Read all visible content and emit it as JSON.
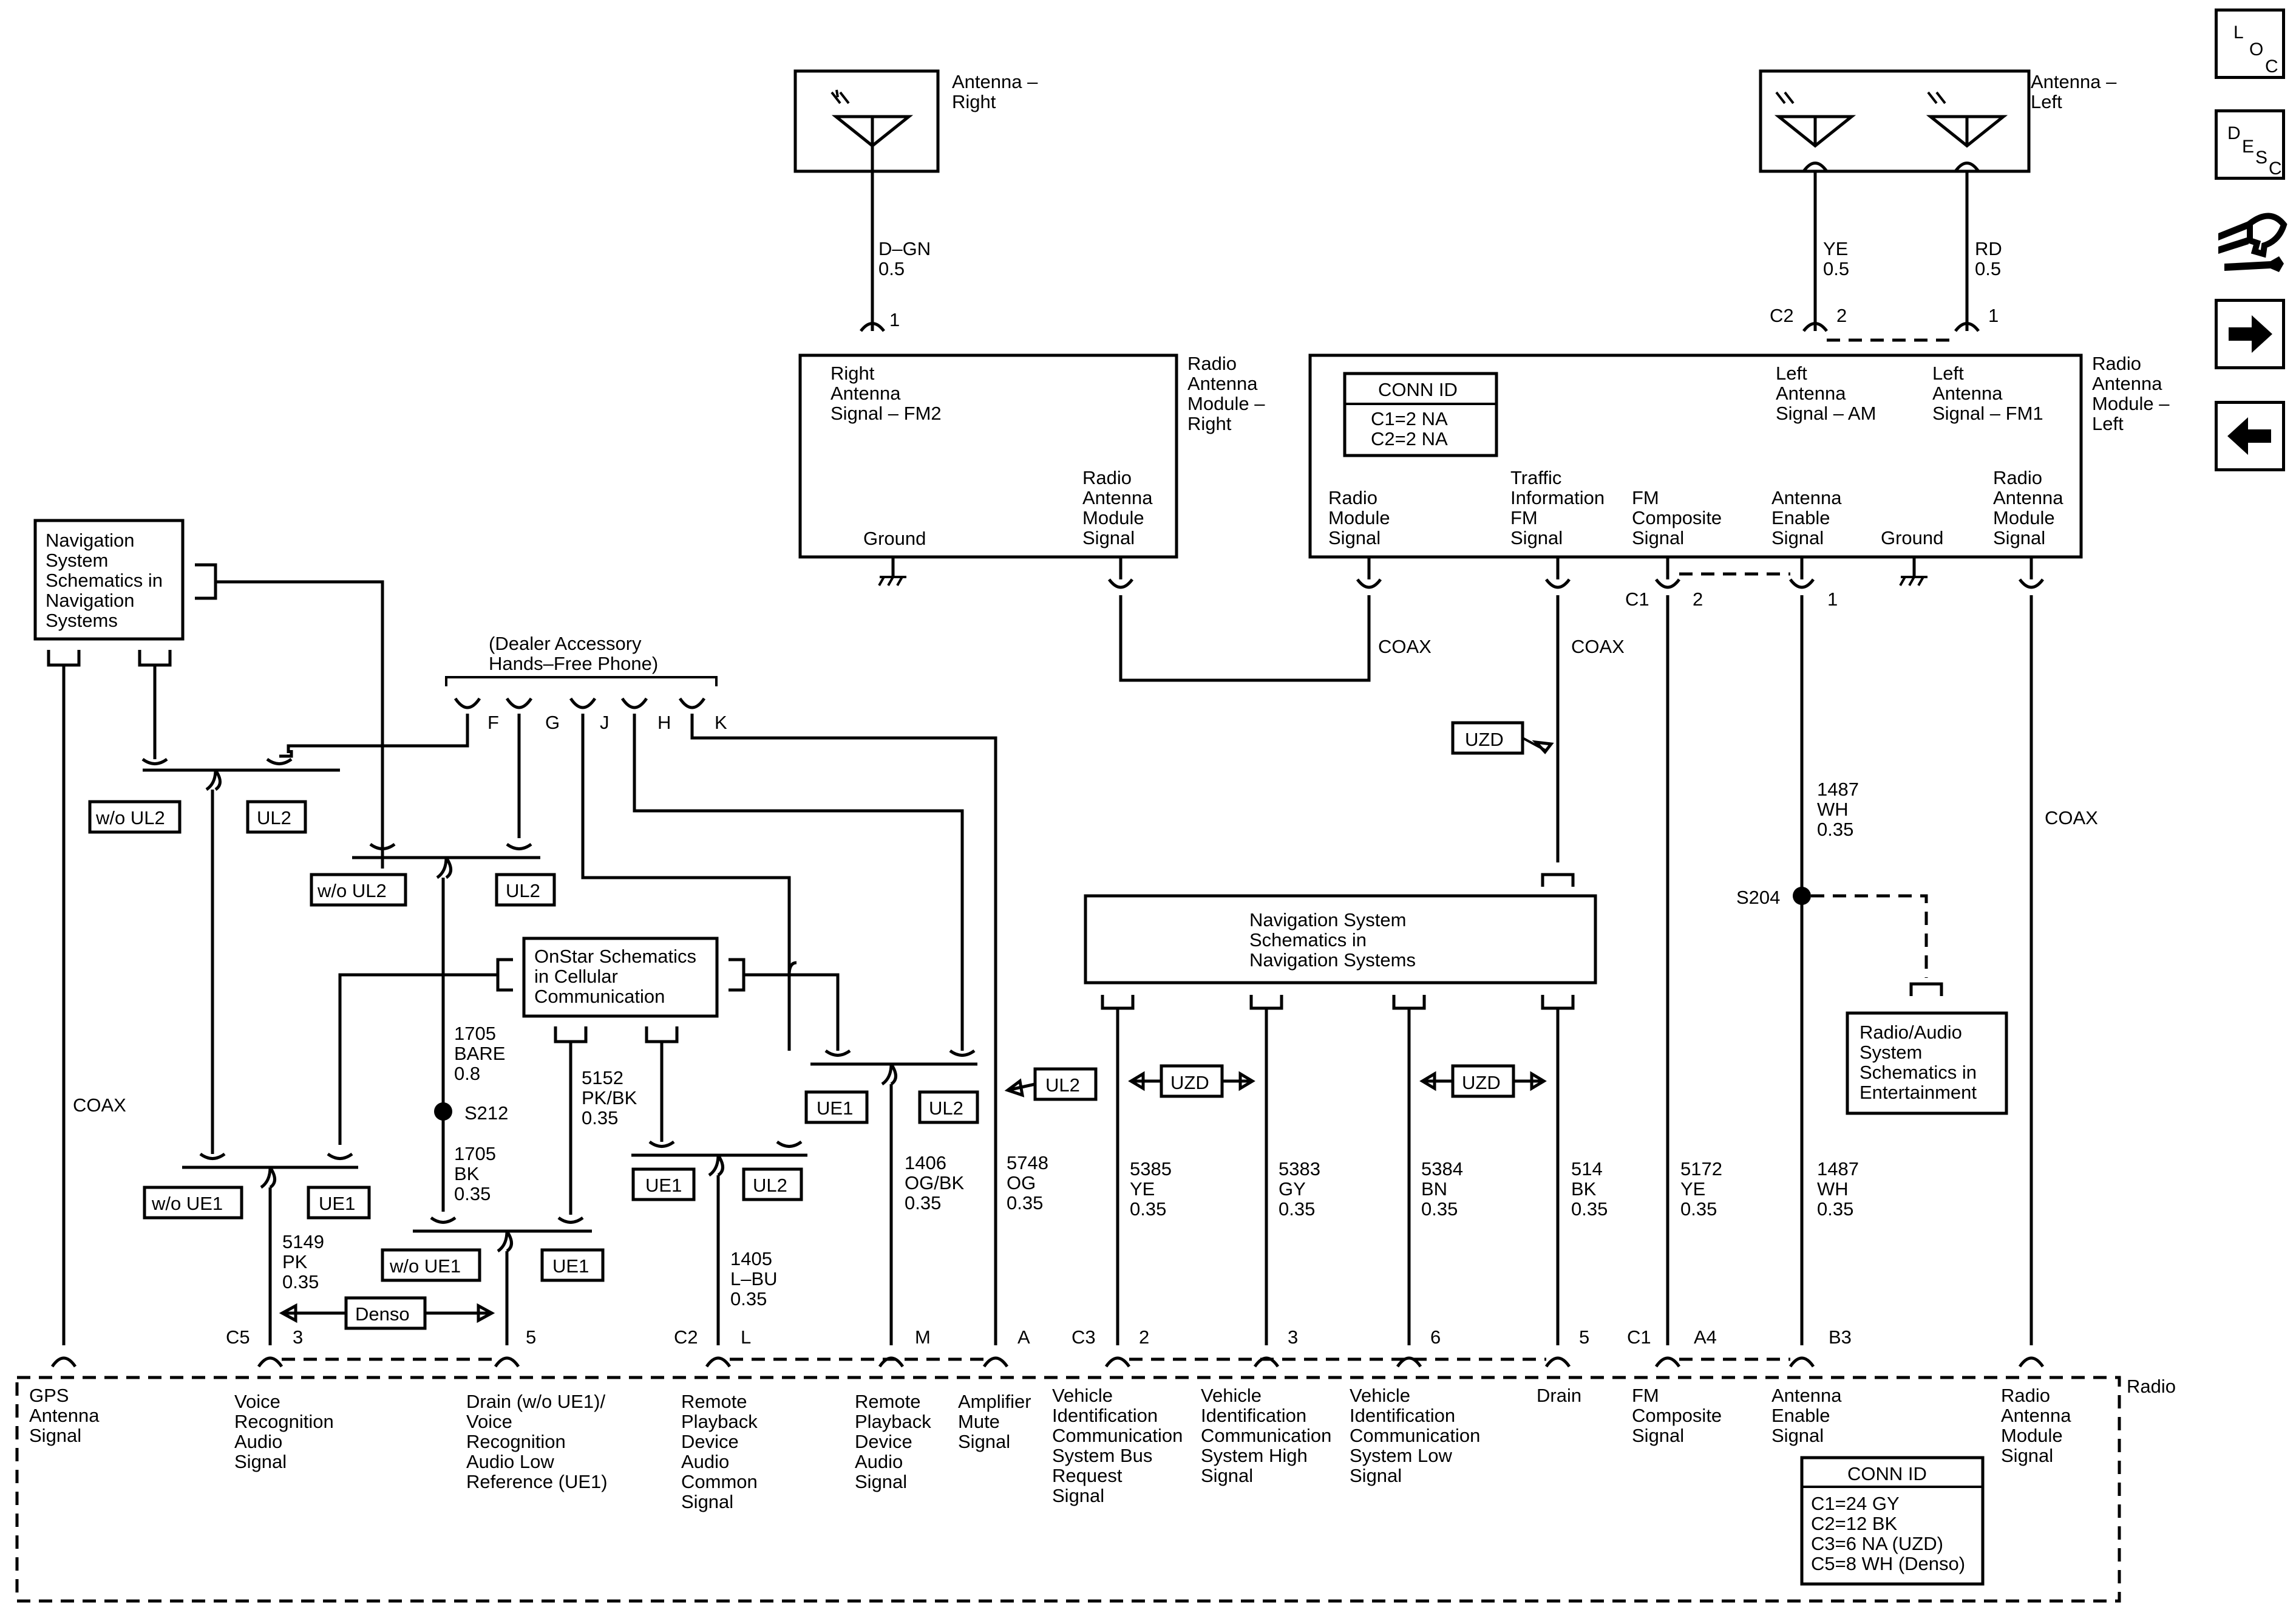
{
  "nav_buttons": [
    {
      "name": "loc",
      "letters": [
        "L",
        "O",
        "C"
      ]
    },
    {
      "name": "desc",
      "letters": [
        "D",
        "E",
        "S",
        "C"
      ]
    },
    {
      "name": "connector-repair-icon"
    },
    {
      "name": "next-arrow-icon"
    },
    {
      "name": "back-arrow-icon"
    }
  ],
  "components": {
    "antenna_right": [
      "Antenna –",
      "Right"
    ],
    "antenna_left": [
      "Antenna –",
      "Left"
    ],
    "module_right": {
      "title": [
        "Radio",
        "Antenna",
        "Module –",
        "Right"
      ],
      "pin_label": [
        "Right",
        "Antenna",
        "Signal – FM2"
      ],
      "ground": "Ground",
      "signal": [
        "Radio",
        "Antenna",
        "Module",
        "Signal"
      ]
    },
    "module_left": {
      "title": [
        "Radio",
        "Antenna",
        "Module –",
        "Left"
      ],
      "conn_id_title": "CONN ID",
      "conn_id": [
        "C1=2 NA",
        "C2=2 NA"
      ],
      "am": [
        "Left",
        "Antenna",
        "Signal – AM"
      ],
      "fm1": [
        "Left",
        "Antenna",
        "Signal – FM1"
      ],
      "bottom_labels": [
        [
          "Radio",
          "Module",
          "Signal"
        ],
        [
          "Traffic",
          "Information",
          "FM",
          "Signal"
        ],
        [
          "FM",
          "Composite",
          "Signal"
        ],
        [
          "Antenna",
          "Enable",
          "Signal"
        ],
        [
          "Ground"
        ],
        [
          "Radio",
          "Antenna",
          "Module",
          "Signal"
        ]
      ]
    },
    "nav_system_box": [
      "Navigation",
      "System",
      "Schematics in",
      "Navigation",
      "Systems"
    ],
    "dealer_phone": [
      "(Dealer Accessory",
      "Hands–Free Phone)"
    ],
    "dealer_pins": [
      "F",
      "G",
      "J",
      "H",
      "K"
    ],
    "onstar_box": [
      "OnStar Schematics",
      "in Cellular",
      "Communication"
    ],
    "nav_mid_box": [
      "Navigation System",
      "Schematics in",
      "Navigation Systems"
    ],
    "radio_audio_box": [
      "Radio/Audio",
      "System",
      "Schematics in",
      "Entertainment"
    ],
    "radio": {
      "title": "Radio",
      "conn_id_title": "CONN ID",
      "conn_id": [
        "C1=24 GY",
        "C2=12 BK",
        "C3=6 NA (UZD)",
        "C5=8 WH (Denso)"
      ],
      "pin_labels": [
        [
          "GPS",
          "Antenna",
          "Signal"
        ],
        [
          "Voice",
          "Recognition",
          "Audio",
          "Signal"
        ],
        [
          "Drain (w/o UE1)/",
          "Voice",
          "Recognition",
          "Audio Low",
          "Reference (UE1)"
        ],
        [
          "Remote",
          "Playback",
          "Device",
          "Audio",
          "Common",
          "Signal"
        ],
        [
          "Remote",
          "Playback",
          "Device",
          "Audio",
          "Signal"
        ],
        [
          "Amplifier",
          "Mute",
          "Signal"
        ],
        [
          "Vehicle",
          "Identification",
          "Communication",
          "System Bus",
          "Request",
          "Signal"
        ],
        [
          "Vehicle",
          "Identification",
          "Communication",
          "System High",
          "Signal"
        ],
        [
          "Vehicle",
          "Identification",
          "Communication",
          "System Low",
          "Signal"
        ],
        [
          "Drain"
        ],
        [
          "FM",
          "Composite",
          "Signal"
        ],
        [
          "Antenna",
          "Enable",
          "Signal"
        ],
        [
          "Radio",
          "Antenna",
          "Module",
          "Signal"
        ]
      ]
    }
  },
  "pins": {
    "right_module_1": "1",
    "left_c2": "C2",
    "left_c2_2": "2",
    "left_c2_1": "1",
    "left_c1": "C1",
    "left_c1_2": "2",
    "left_c1_1": "1",
    "radio_pins": [
      "C5",
      "3",
      "5",
      "C2",
      "L",
      "M",
      "A",
      "C3",
      "2",
      "3",
      "6",
      "5",
      "C1",
      "A4",
      "B3"
    ]
  },
  "wires": {
    "ant_right": [
      "D–GN",
      "0.5"
    ],
    "ant_left_am": [
      "YE",
      "0.5"
    ],
    "ant_left_fm1": [
      "RD",
      "0.5"
    ],
    "coax": "COAX",
    "w1487_top": [
      "1487",
      "WH",
      "0.35"
    ],
    "w1487_bot": [
      "1487",
      "WH",
      "0.35"
    ],
    "w1705_top": [
      "1705",
      "BARE",
      "0.8"
    ],
    "w1705_bot": [
      "1705",
      "BK",
      "0.35"
    ],
    "w5152": [
      "5152",
      "PK/BK",
      "0.35"
    ],
    "w5149": [
      "5149",
      "PK",
      "0.35"
    ],
    "w1405": [
      "1405",
      "L–BU",
      "0.35"
    ],
    "w1406": [
      "1406",
      "OG/BK",
      "0.35"
    ],
    "w5748": [
      "5748",
      "OG",
      "0.35"
    ],
    "w5385": [
      "5385",
      "YE",
      "0.35"
    ],
    "w5383": [
      "5383",
      "GY",
      "0.35"
    ],
    "w5384": [
      "5384",
      "BN",
      "0.35"
    ],
    "w514": [
      "514",
      "BK",
      "0.35"
    ],
    "w5172": [
      "5172",
      "YE",
      "0.35"
    ]
  },
  "splices": {
    "s204": "S204",
    "s212": "S212"
  },
  "options": {
    "wo_ul2": "w/o UL2",
    "ul2": "UL2",
    "wo_ue1": "w/o UE1",
    "ue1": "UE1",
    "uzd": "UZD",
    "denso": "Denso"
  }
}
